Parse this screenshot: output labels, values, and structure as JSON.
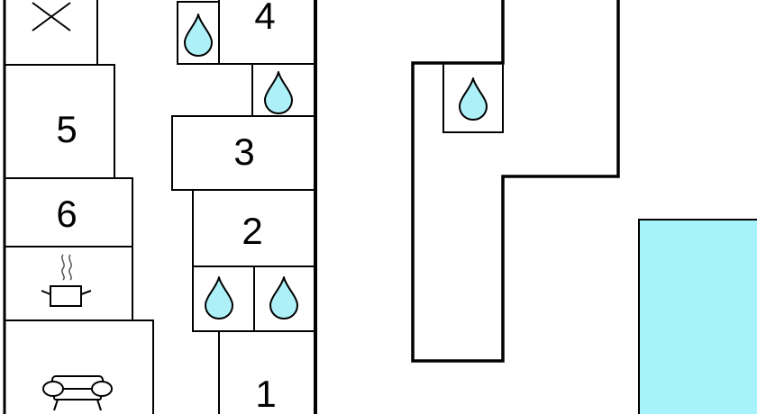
{
  "colors": {
    "line": "#000000",
    "water": "#aef0f8",
    "pool": "#a6f3fc",
    "background": "#ffffff"
  },
  "rooms": {
    "r1": "1",
    "r2": "2",
    "r3": "3",
    "r4": "4",
    "r5": "5",
    "r6": "6"
  },
  "icons": {
    "water": "water-drop-icon",
    "cooking": "cooking-pot-icon",
    "living": "armchair-icon",
    "no_entry": "cross-icon"
  }
}
